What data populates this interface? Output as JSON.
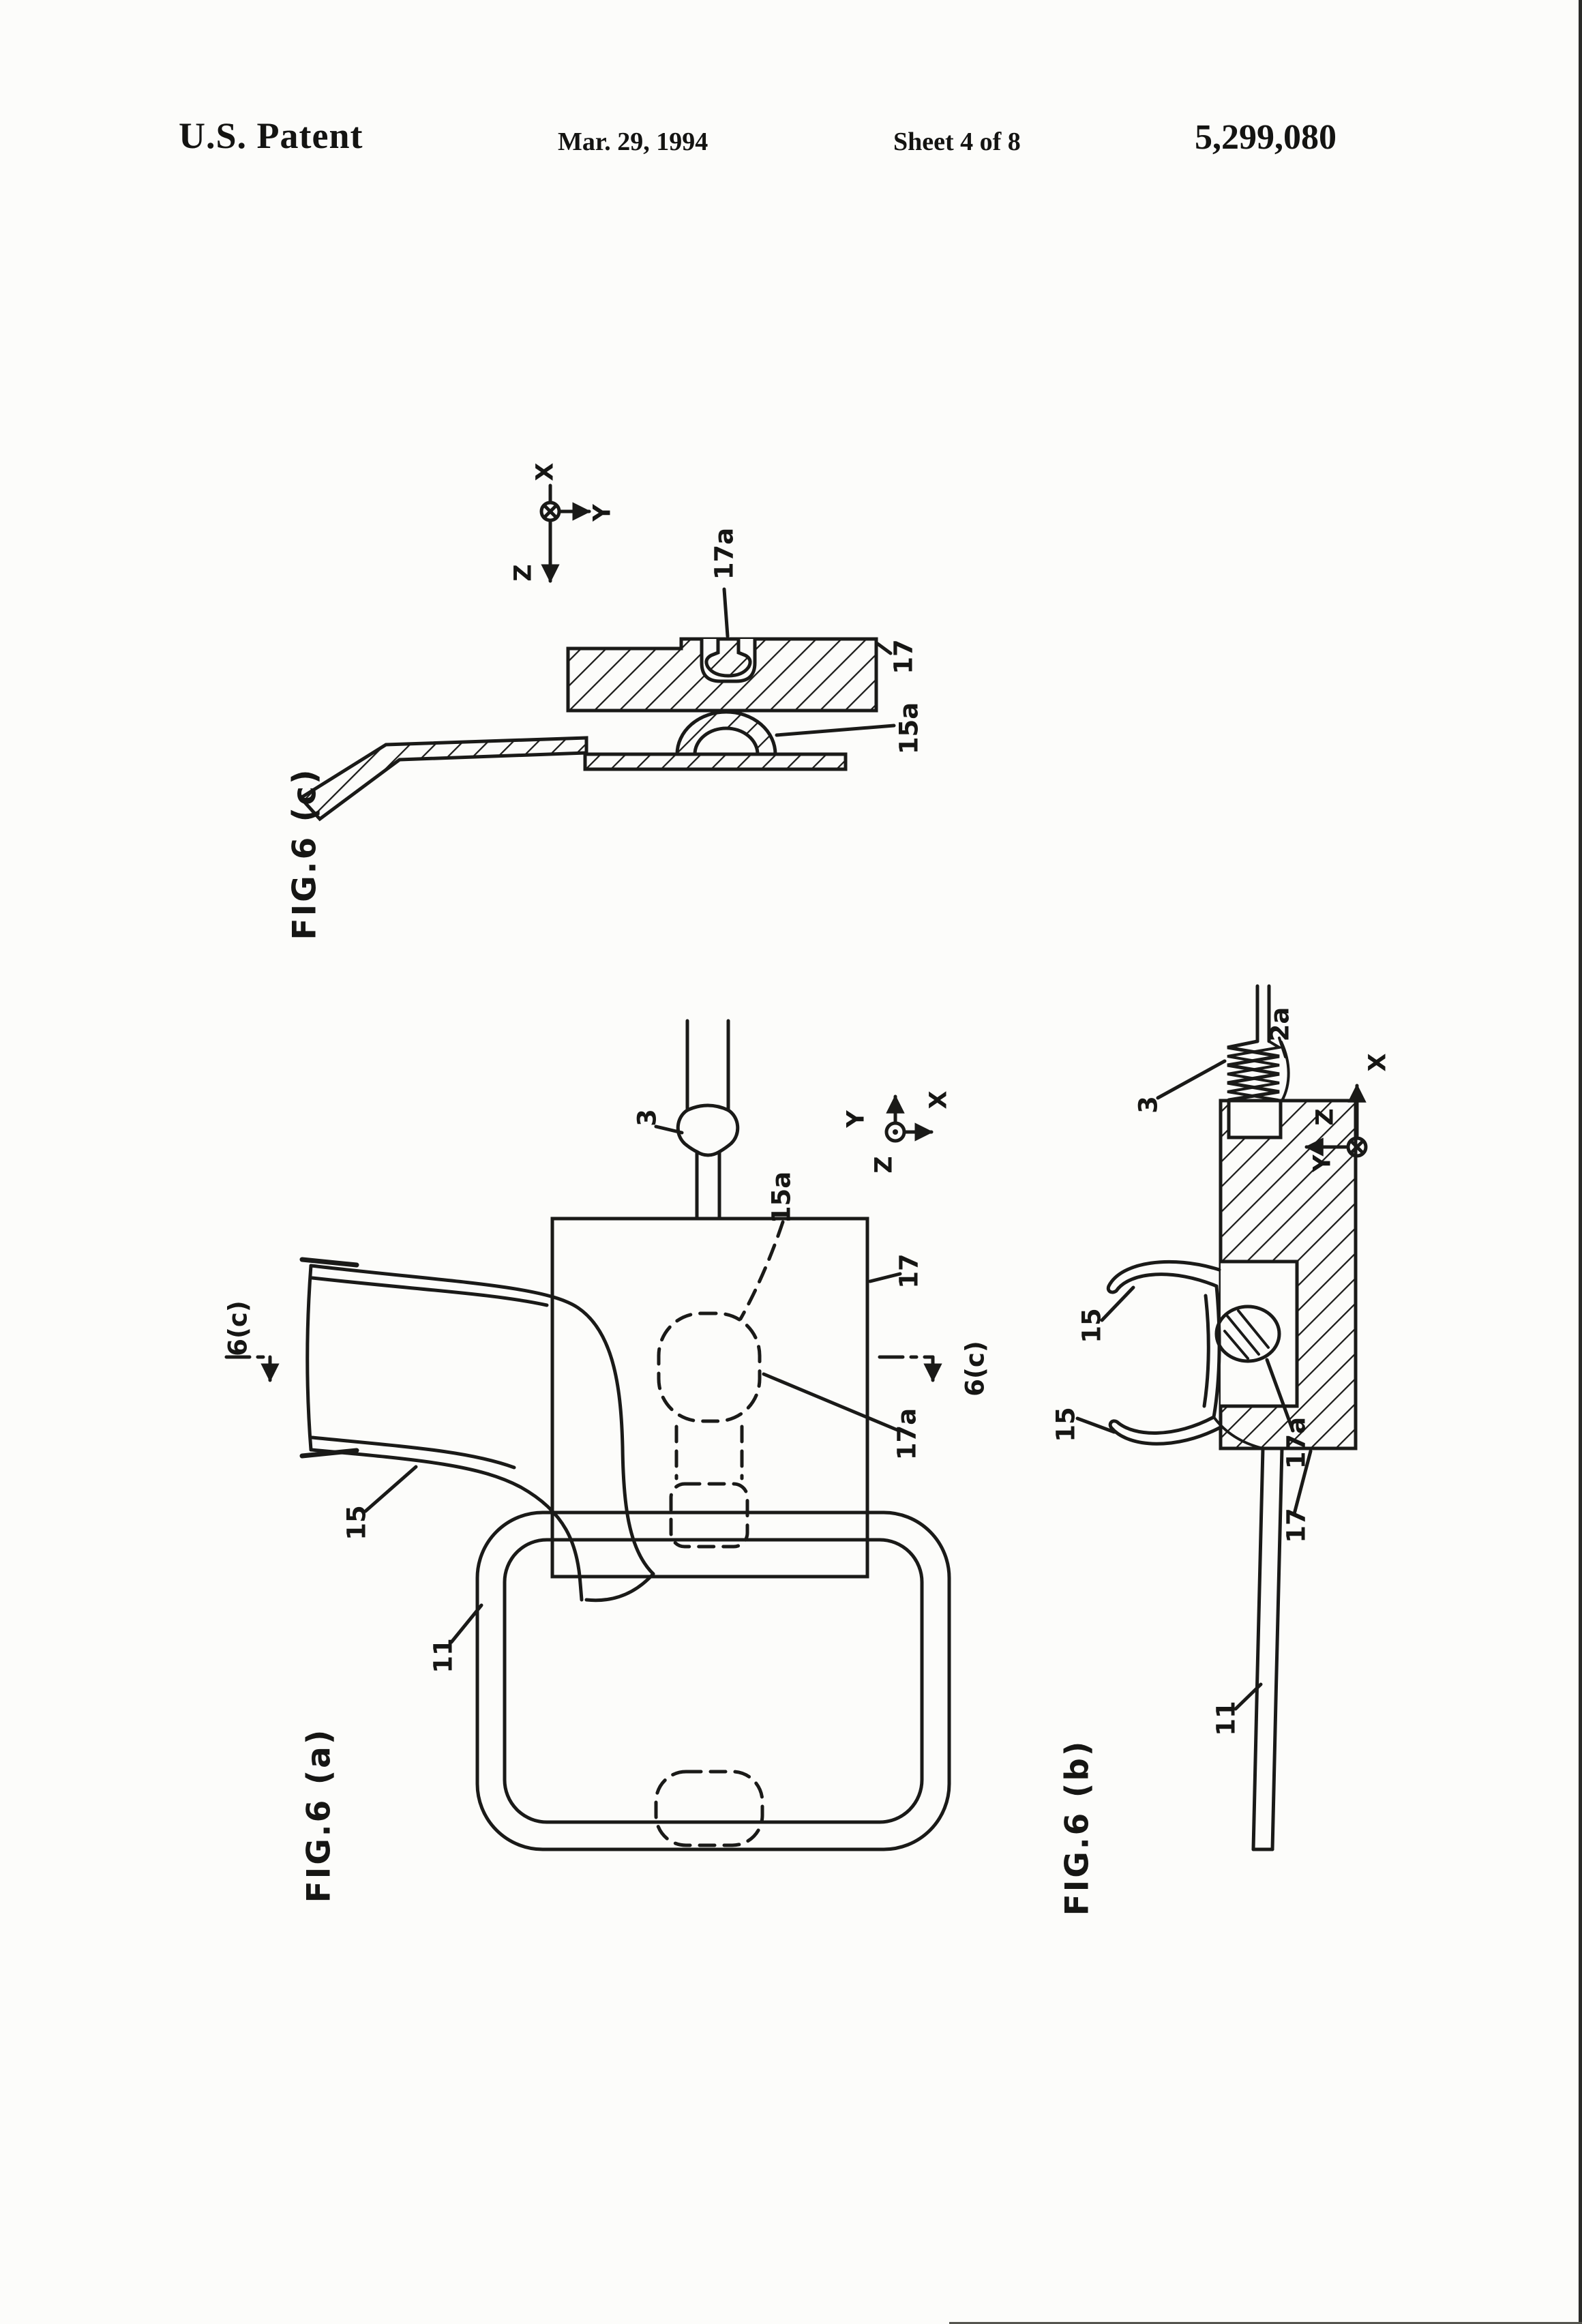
{
  "header": {
    "title": "U.S. Patent",
    "date": "Mar. 29, 1994",
    "sheet": "Sheet 4 of 8",
    "patent_number": "5,299,080"
  },
  "colors": {
    "ink": "#1a1a18",
    "paper": "#fcfcfa"
  },
  "fig6c": {
    "caption": "FIG.6 (c)",
    "axis": {
      "x": "X",
      "y": "Y",
      "z": "Z"
    },
    "refs": {
      "r17a": "17a",
      "r17": "17",
      "r15a": "15a"
    }
  },
  "fig6a": {
    "caption": "FIG.6 (a)",
    "axis": {
      "x": "X",
      "y": "Y",
      "z": "Z"
    },
    "refs": {
      "r3": "3",
      "r15a": "15a",
      "r17": "17",
      "r17a": "17a",
      "r15": "15",
      "r11": "11",
      "section_left": "6(c)",
      "section_right": "6(c)"
    }
  },
  "fig6b": {
    "caption": "FIG.6 (b)",
    "axis": {
      "x": "X",
      "y": "Y",
      "z": "Z"
    },
    "refs": {
      "r2a": "2a",
      "r3": "3",
      "r15_top": "15",
      "r15_bottom": "15",
      "r17a": "17a",
      "r17": "17",
      "r11": "11"
    }
  }
}
